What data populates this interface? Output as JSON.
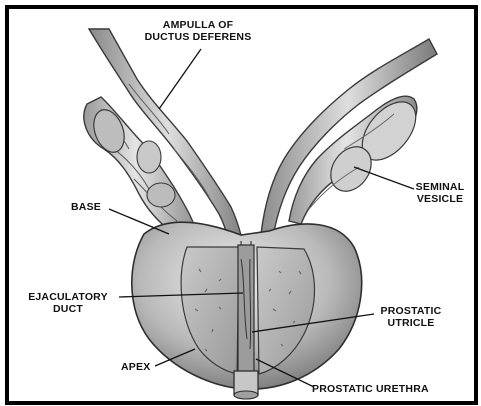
{
  "labels": {
    "ampulla": [
      "AMPULLA OF",
      "DUCTUS DEFERENS"
    ],
    "base": "BASE",
    "seminal": [
      "SEMINAL",
      "VESICLE"
    ],
    "ejaculatory": [
      "EJACULATORY",
      "DUCT"
    ],
    "utricle": [
      "PROSTATIC",
      "UTRICLE"
    ],
    "apex": "APEX",
    "urethra": "PROSTATIC URETHRA"
  },
  "colors": {
    "border": "#000000",
    "background": "#ffffff",
    "tissue_light": "#d8d8d8",
    "tissue_mid": "#a9a9a9",
    "tissue_dark": "#5a5a5a",
    "ink": "#111111"
  }
}
